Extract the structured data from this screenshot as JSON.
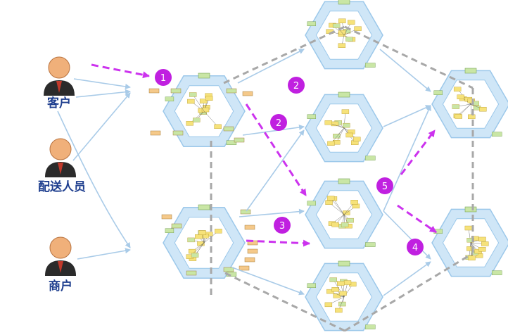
{
  "actors": [
    {
      "id": "customer",
      "label": "客户"
    },
    {
      "id": "courier",
      "label": "配送人员"
    },
    {
      "id": "merchant",
      "label": "商户"
    }
  ],
  "steps": [
    "1",
    "2",
    "2",
    "3",
    "4",
    "5"
  ],
  "colors": {
    "hex_fill": "#cfe6f7",
    "hex_stroke": "#9cc8ea",
    "arrow_blue": "#a9cbe8",
    "arrow_magenta": "#cc33ee",
    "arrow_gray": "#a8a8a8",
    "step_badge": "#c020e0",
    "actor_label": "#1f3f8f",
    "note_yellow": "#f6e27a",
    "note_green": "#c9e6a5",
    "note_orange": "#f5c98a"
  },
  "icons": [
    "person-icon"
  ]
}
